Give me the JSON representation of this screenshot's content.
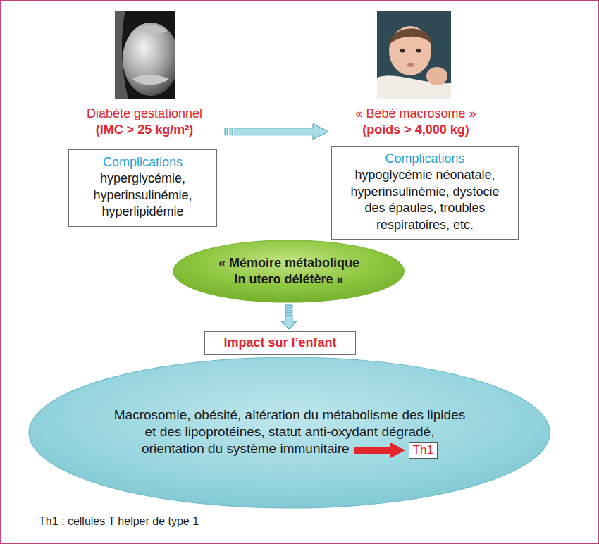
{
  "diagram": {
    "nodes": [
      {
        "text": [
          "Diabète gestationnel",
          "(IMC > 25 kg/m²)"
        ]
      },
      {
        "text": [
          "« Bébé macrosome »",
          "(poids > 4,000 kg)"
        ]
      },
      {
        "text": [
          "Complications",
          "hyperglycémie, hyperinsulinémie, hyperlipidémie"
        ]
      },
      {
        "text": [
          "Complications",
          "hypoglycémie néonatale, hyperinsulinémie, dystocie des épaules, troubles respiratoires, etc."
        ]
      },
      {
        "text": [
          "« Mémoire métabolique in utero délétère »"
        ]
      },
      {
        "text": [
          "Impact sur l’enfant"
        ]
      },
      {
        "text": [
          "Macrosomie, obésité, altération du métabolisme des lipides et des lipoprotéines, statut anti-oxydant dégradé, orientation du système immunitaire"
        ]
      },
      {
        "text": [
          "Th1"
        ],
        "in": 6
      }
    ],
    "edges": [
      {
        "from": 0,
        "to": 1,
        "arrow": "to"
      },
      {
        "from": 4,
        "to": 5,
        "arrow": "to"
      }
    ],
    "labels": [
      "Th1 : cellules T helper de type 1"
    ]
  }
}
